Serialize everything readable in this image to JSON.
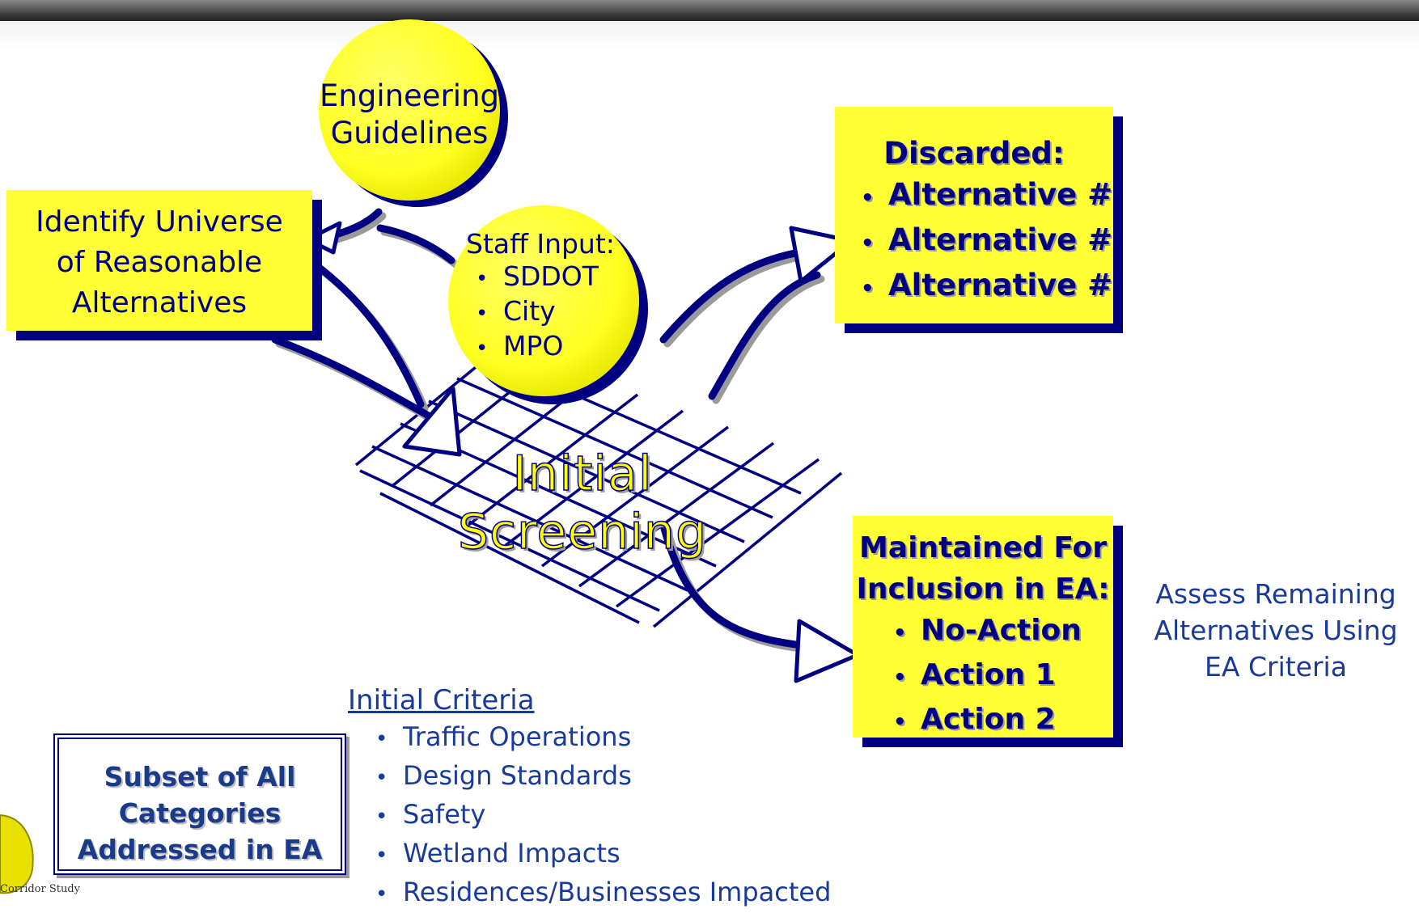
{
  "engineering": {
    "lines": [
      "Engineering",
      "Guidelines"
    ]
  },
  "identify": {
    "lines": [
      "Identify Universe",
      "of Reasonable",
      "Alternatives"
    ]
  },
  "staff": {
    "heading": "Staff Input:",
    "items": [
      "SDDOT",
      "City",
      "MPO"
    ]
  },
  "screening": {
    "lines": [
      "Initial",
      "Screening"
    ]
  },
  "discarded": {
    "heading": "Discarded:",
    "items": [
      "Alternative #",
      "Alternative #",
      "Alternative #"
    ]
  },
  "maintained": {
    "lines": [
      "Maintained For",
      "Inclusion in EA:"
    ],
    "items": [
      "No-Action",
      "Action 1",
      "Action 2"
    ]
  },
  "assess": {
    "lines": [
      "Assess Remaining",
      "Alternatives Using",
      "EA Criteria"
    ]
  },
  "criteria": {
    "heading": "Initial Criteria",
    "items": [
      "Traffic Operations",
      "Design Standards",
      "Safety",
      "Wetland Impacts",
      "Residences/Businesses Impacted"
    ]
  },
  "subset": {
    "lines": [
      "Subset of All",
      "Categories",
      "Addressed in EA"
    ]
  },
  "logo": {
    "caption": "Corridor Study"
  },
  "colors": {
    "navy": "#000080",
    "yellow": "#ffff33",
    "criteria_blue": "#1a3a9a"
  }
}
